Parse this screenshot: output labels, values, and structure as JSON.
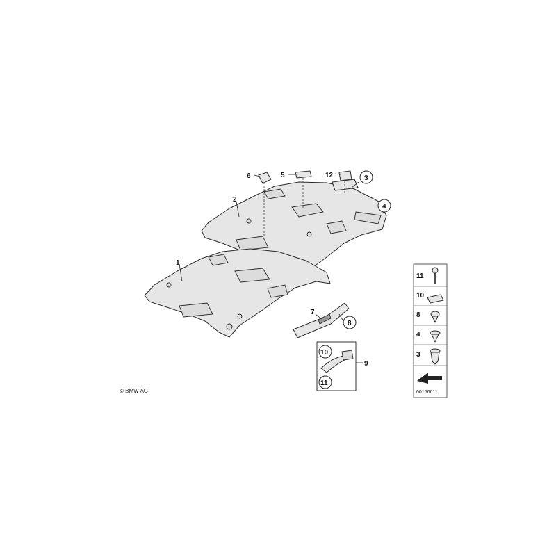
{
  "callouts": {
    "c1": "1",
    "c2": "2",
    "c3": "3",
    "c4": "4",
    "c5": "5",
    "c6": "6",
    "c7": "7",
    "c8": "8",
    "c9": "9",
    "c10": "10",
    "c11": "11",
    "c12": "12"
  },
  "legend": {
    "items": [
      "11",
      "10",
      "8",
      "4",
      "3"
    ]
  },
  "inset": {
    "top": "10",
    "bottom": "11",
    "group": "9"
  },
  "copyright": "© BMW AG",
  "diagram_id": "00166611",
  "colors": {
    "line": "#2a2a2a",
    "fill": "#e6e6e6",
    "background": "#ffffff"
  }
}
